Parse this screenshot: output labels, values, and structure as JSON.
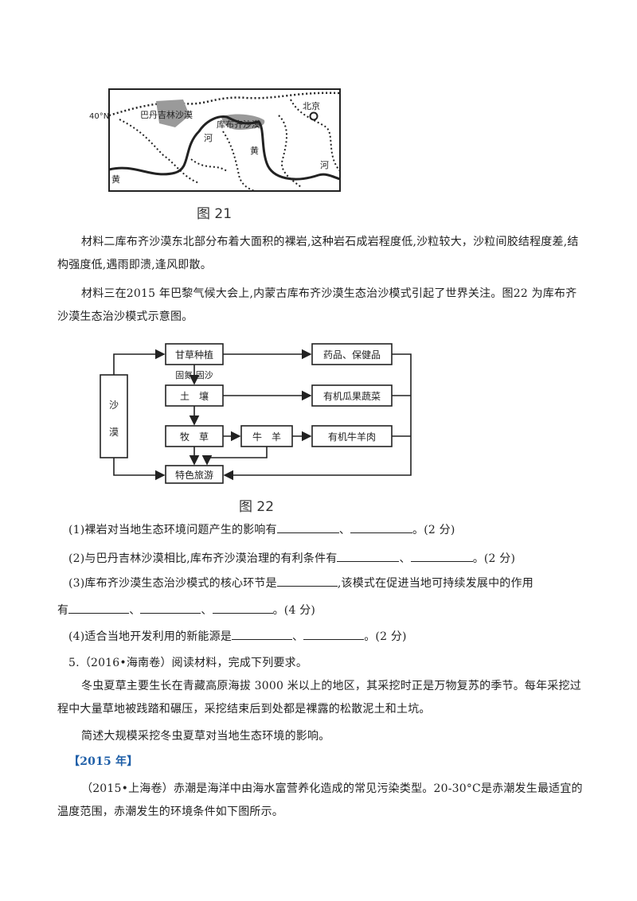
{
  "map": {
    "lat_label": "40°N",
    "badain_label": "巴丹吉林沙漠",
    "kubuqi_label": "库布齐沙漠",
    "beijing_label": "北京",
    "river_chars": [
      "河",
      "黄",
      "河",
      "黄"
    ],
    "caption": "图 21"
  },
  "material2": "材料二库布齐沙漠东北部分布着大面积的裸岩,这种岩石成岩程度低,沙粒较大，沙粒间胶结程度差,结构强度低,遇雨即溃,逢风即散。",
  "material3": "材料三在2015 年巴黎气候大会上,内蒙古库布齐沙漠生态治沙模式引起了世界关注。图22 为库布齐沙漠生态治沙模式示意图。",
  "diagram": {
    "desert": [
      "沙",
      "漠"
    ],
    "licorice": "甘草种植",
    "fix_label": "固氮 固沙",
    "soil": "土　壤",
    "forage": "牧　草",
    "cattle": "牛　羊",
    "tourism": "特色旅游",
    "medicine": "药品、保健品",
    "organic_veg": "有机瓜果蔬菜",
    "organic_meat": "有机牛羊肉",
    "caption": "图 22"
  },
  "questions": {
    "q1_a": "(1)裸岩对当地生态环境问题产生的影响有",
    "q1_sep": "、",
    "q1_end": "。(2 分)",
    "q2_a": "(2)与巴丹吉林沙漠相比,库布齐沙漠治理的有利条件有",
    "q2_sep": "、",
    "q2_end": "。(2 分)",
    "q3_a": "(3)库布齐沙漠生态治沙模式的核心环节是",
    "q3_b": ",该模式在促进当地可持续发展中的作用",
    "q3_c": "有",
    "q3_sep": "、",
    "q3_end": "。(4 分)",
    "q4_a": "(4)适合当地开发利用的新能源是",
    "q4_sep": "、",
    "q4_end": "。(2 分)"
  },
  "q5_head": "5.（2016•海南卷）阅读材料，完成下列要求。",
  "q5_body": "冬虫夏草主要生长在青藏高原海拔 3000 米以上的地区，其采挖时正是万物复苏的季节。每年采挖过程中大量草地被践踏和碾压，采挖结束后到处都是裸露的松散泥土和土坑。",
  "q5_ask": "简述大规模采挖冬虫夏草对当地生态环境的影响。",
  "section_2015": "【2015 年】",
  "q2015": "（2015•上海卷）赤潮是海洋中由海水富营养化造成的常见污染类型。20-30°C是赤潮发生最适宜的温度范围，赤潮发生的环境条件如下图所示。"
}
